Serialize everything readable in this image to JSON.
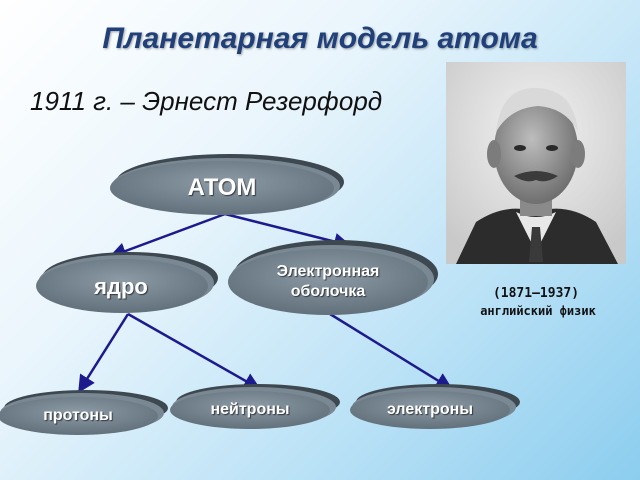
{
  "slide": {
    "title": "Планетарная модель атома",
    "subtitle": "1911 г. – Эрнест Резерфорд"
  },
  "nodes": {
    "atom": "АТОМ",
    "nucleus": "ядро",
    "shell_line1": "Электронная",
    "shell_line2": "оболочка",
    "protons": "протоны",
    "neutrons": "нейтроны",
    "electrons": "электроны"
  },
  "scientist": {
    "years": "(1871–1937)",
    "role": "английский физик"
  },
  "colors": {
    "node_fill": "#6f7f8c",
    "node_shadow": "#4b565f",
    "arrow": "#1c1a8c",
    "title": "#21407a"
  }
}
